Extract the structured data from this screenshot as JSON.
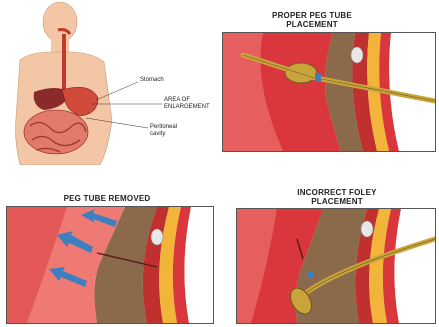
{
  "anatomy": {
    "labels": {
      "stomach": "Stomach",
      "area": "AREA OF\nENLARGEMENT",
      "cavity": "Peritoneal\ncavity"
    }
  },
  "panels": {
    "proper": {
      "title": "PROPER PEG TUBE\nPLACEMENT"
    },
    "removed": {
      "title": "PEG TUBE REMOVED"
    },
    "foley": {
      "title": "INCORRECT FOLEY\nPLACEMENT"
    }
  },
  "colors": {
    "muscle": "#d9373c",
    "muscle_light": "#ef7a74",
    "fat": "#f2b53a",
    "peritoneum": "#8a6a4a",
    "tube": "#c8a43a",
    "arrow": "#3d7fc0",
    "skin": "#f3c7a5"
  }
}
